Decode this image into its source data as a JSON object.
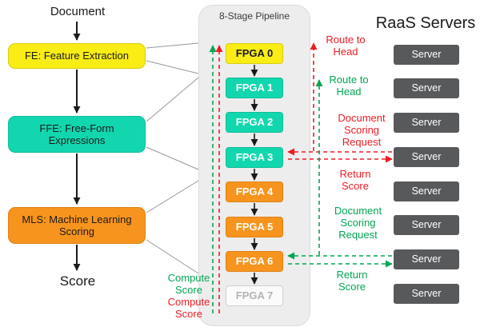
{
  "colors": {
    "yellow": "#F9ED15",
    "teal": "#12D7AE",
    "orange": "#F7941E",
    "server_gray": "#58595B",
    "red": "#ED1C24",
    "green": "#00A651",
    "pipeline_bg": "#EDEDED"
  },
  "left_flow": {
    "input_label": "Document",
    "output_label": "Score",
    "stages": [
      {
        "label": "FE: Feature Extraction"
      },
      {
        "label": "FFE: Free-Form Expressions"
      },
      {
        "label": "MLS: Machine Learning Scoring"
      }
    ]
  },
  "pipeline": {
    "title": "8-Stage Pipeline",
    "stages": [
      {
        "label": "FPGA 0"
      },
      {
        "label": "FPGA 1"
      },
      {
        "label": "FPGA 2"
      },
      {
        "label": "FPGA 3"
      },
      {
        "label": "FPGA 4"
      },
      {
        "label": "FPGA 5"
      },
      {
        "label": "FPGA 6"
      },
      {
        "label": "FPGA 7"
      }
    ]
  },
  "servers": {
    "title": "RaaS Servers",
    "items": [
      {
        "label": "Server"
      },
      {
        "label": "Server"
      },
      {
        "label": "Server"
      },
      {
        "label": "Server"
      },
      {
        "label": "Server"
      },
      {
        "label": "Server"
      },
      {
        "label": "Server"
      },
      {
        "label": "Server"
      }
    ]
  },
  "annotations": {
    "route_to_head_red": "Route to Head",
    "route_to_head_green": "Route to Head",
    "doc_scoring_request_red": "Document Scoring Request",
    "return_score_red": "Return Score",
    "doc_scoring_request_green": "Document Scoring Request",
    "return_score_green": "Return Score",
    "compute_score_green": "Compute Score",
    "compute_score_red": "Compute Score"
  }
}
